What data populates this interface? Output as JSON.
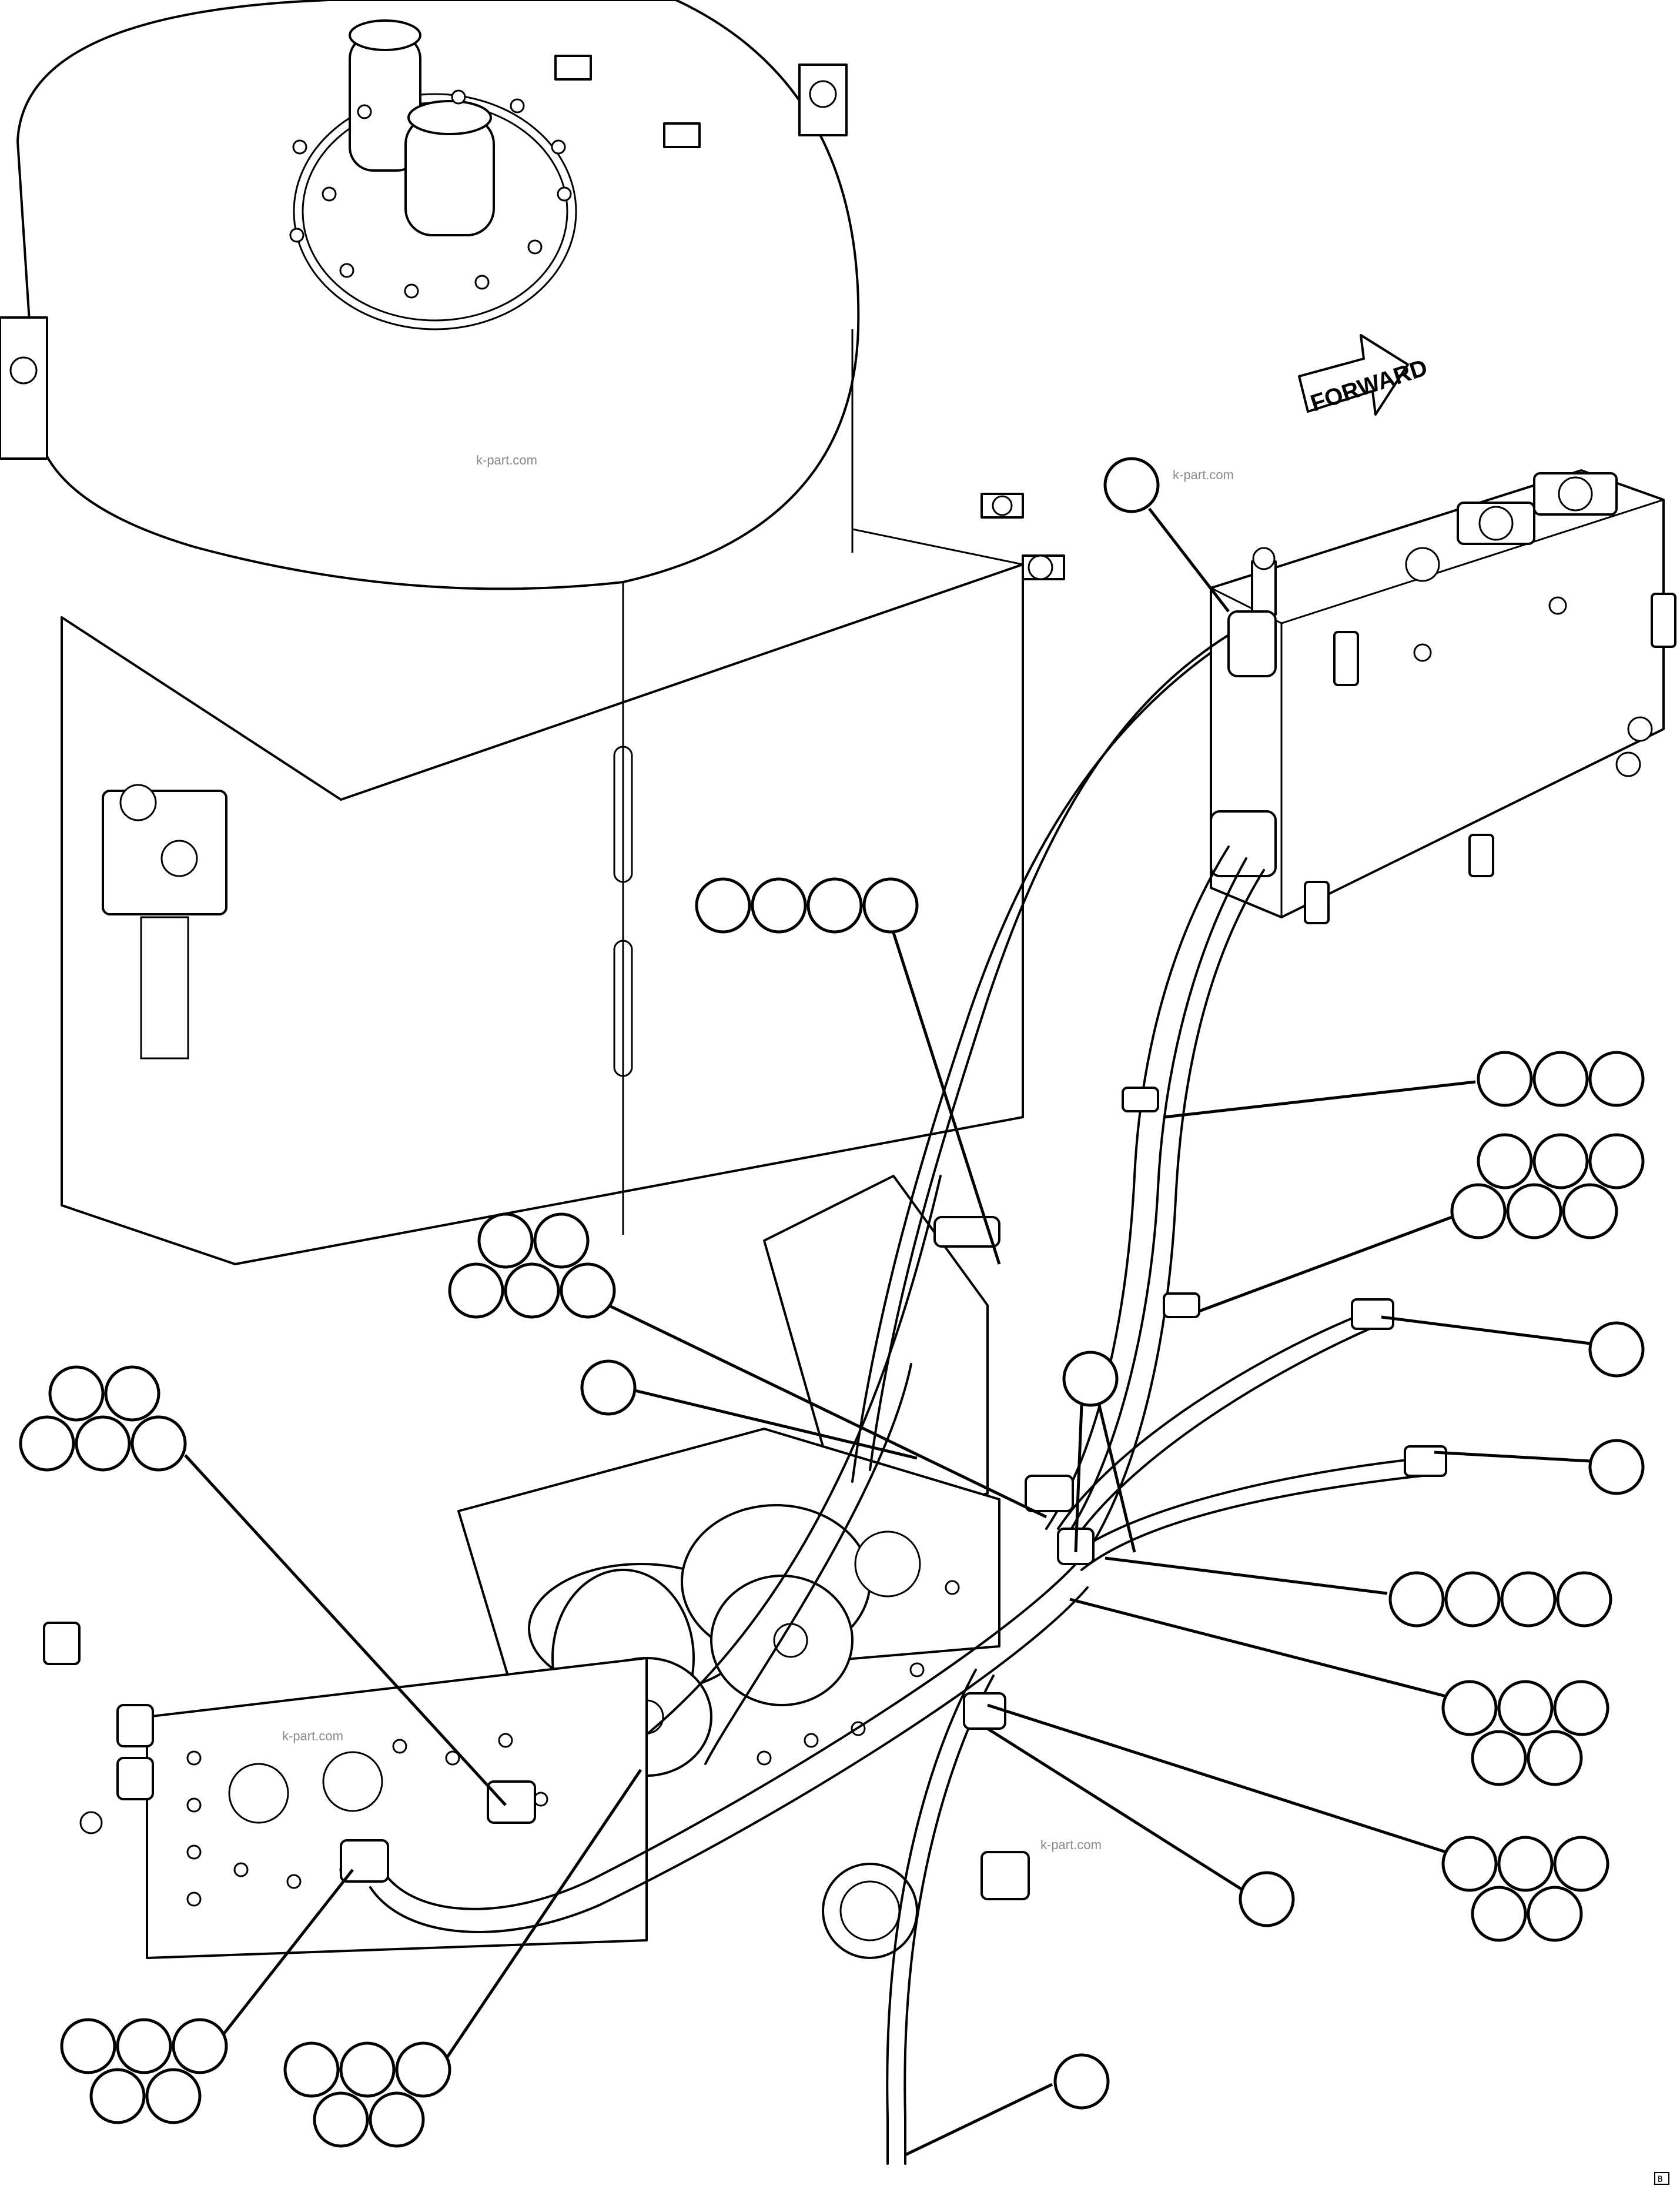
{
  "diagram": {
    "direction_arrow": {
      "label": "FORWARD"
    },
    "watermarks": [
      "k-part.com",
      "k-part.com",
      "k-part.com",
      "k-part.com"
    ],
    "corner_code": "B"
  }
}
